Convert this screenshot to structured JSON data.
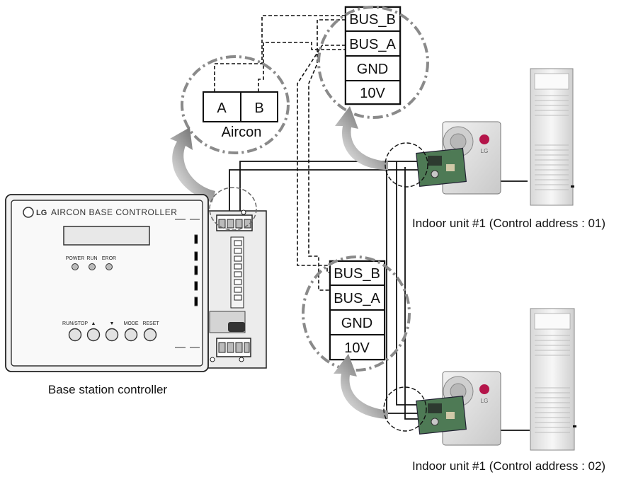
{
  "aircon": {
    "terminal_a": "A",
    "terminal_b": "B",
    "label": "Aircon"
  },
  "terminal_block_top": {
    "bus_b": "BUS_B",
    "bus_a": "BUS_A",
    "gnd": "GND",
    "v10": "10V"
  },
  "terminal_block_bottom": {
    "bus_b": "BUS_B",
    "bus_a": "BUS_A",
    "gnd": "GND",
    "v10": "10V"
  },
  "controller": {
    "brand": "LG",
    "title": "AIRCON BASE CONTROLLER",
    "leds": [
      "POWER",
      "RUN",
      "EROR"
    ],
    "buttons": [
      "RUN/STOP",
      "▲",
      "▼",
      "MODE",
      "RESET"
    ],
    "caption": "Base station controller"
  },
  "indoor_unit_1": {
    "caption": "Indoor unit #1 (Control address : 01)",
    "logo": "LG"
  },
  "indoor_unit_2": {
    "caption": "Indoor unit #1 (Control address : 02)",
    "logo": "LG"
  },
  "colors": {
    "line": "#111111",
    "dash_circle": "#8a8a8a",
    "arrow": "#555555",
    "panel": "#e6e6e6"
  }
}
